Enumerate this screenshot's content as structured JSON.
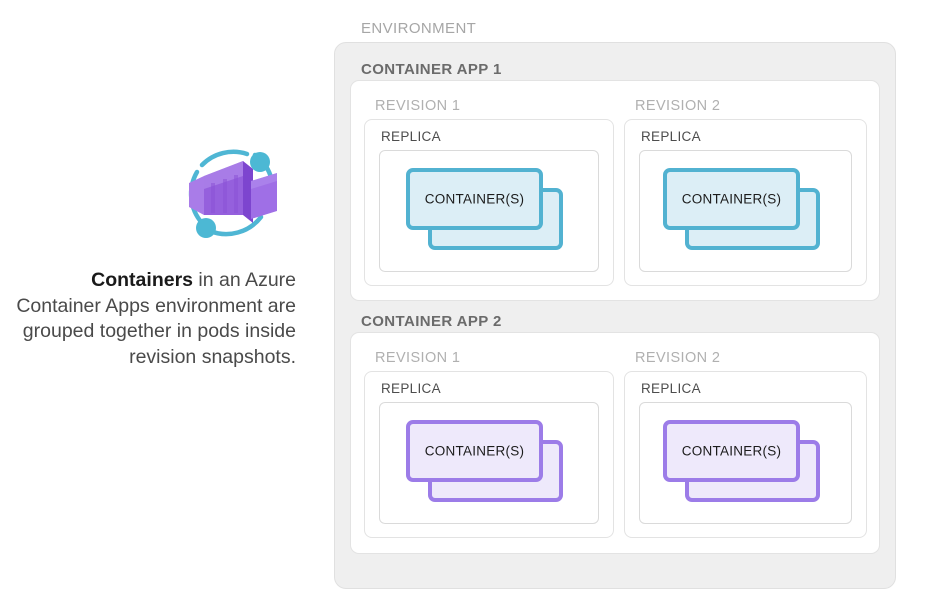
{
  "caption": {
    "bold_lead": "Containers",
    "rest": " in an Azure Container Apps environment are grouped together in pods inside revision snapshots."
  },
  "logo": {
    "name": "azure-container-apps-logo",
    "box_light": "#a97ce8",
    "box_mid": "#9560dd",
    "box_dark": "#7d45cf",
    "ring": "#4fb6d4",
    "dot": "#4cb8d4"
  },
  "diagram": {
    "environment_label": "ENVIRONMENT",
    "colors": {
      "environment_fill": "#efefef",
      "app_fill": "#ffffff",
      "cyan_border": "#52b2d1",
      "cyan_fill": "#dceef6",
      "purple_border": "#9c7ce8",
      "purple_fill": "#eee9fb",
      "label_gray": "#a6a6a6",
      "app_label_gray": "#6b6b6b",
      "revision_label_gray": "#b0b0b0",
      "replica_label_gray": "#4d4d4d"
    },
    "apps": [
      {
        "label": "CONTAINER APP 1",
        "accent": "cyan",
        "revisions": [
          {
            "label": "REVISION 1",
            "replica_label": "REPLICA",
            "container_label": "CONTAINER(S)"
          },
          {
            "label": "REVISION 2",
            "replica_label": "REPLICA",
            "container_label": "CONTAINER(S)"
          }
        ]
      },
      {
        "label": "CONTAINER APP 2",
        "accent": "purple",
        "revisions": [
          {
            "label": "REVISION 1",
            "replica_label": "REPLICA",
            "container_label": "CONTAINER(S)"
          },
          {
            "label": "REVISION 2",
            "replica_label": "REPLICA",
            "container_label": "CONTAINER(S)"
          }
        ]
      }
    ]
  }
}
